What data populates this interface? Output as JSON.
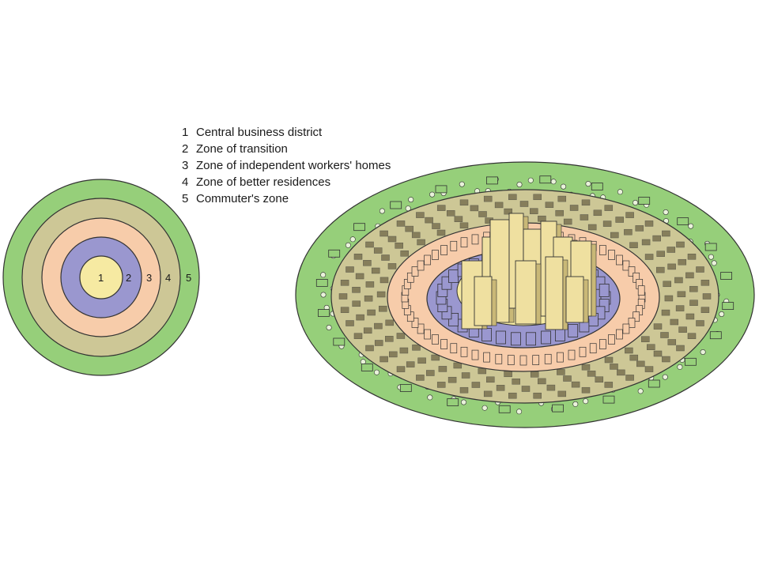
{
  "legend": [
    {
      "number": "1",
      "label": "Central business district"
    },
    {
      "number": "2",
      "label": "Zone of transition"
    },
    {
      "number": "3",
      "label": "Zone of independent workers' homes"
    },
    {
      "number": "4",
      "label": "Zone of better residences"
    },
    {
      "number": "5",
      "label": "Commuter's zone"
    }
  ],
  "ring_labels": [
    "1",
    "2",
    "3",
    "4",
    "5"
  ],
  "colors": {
    "zone1": "#f6eaa2",
    "zone2": "#9a97cf",
    "zone3": "#f7ccaa",
    "zone4": "#cdc796",
    "zone5": "#96cf7a",
    "stroke": "#333333",
    "housing_dark": "#6f6648",
    "tree": "#e9f3da",
    "towers": "#efe0a0",
    "tower_shadow": "#c9b877"
  }
}
